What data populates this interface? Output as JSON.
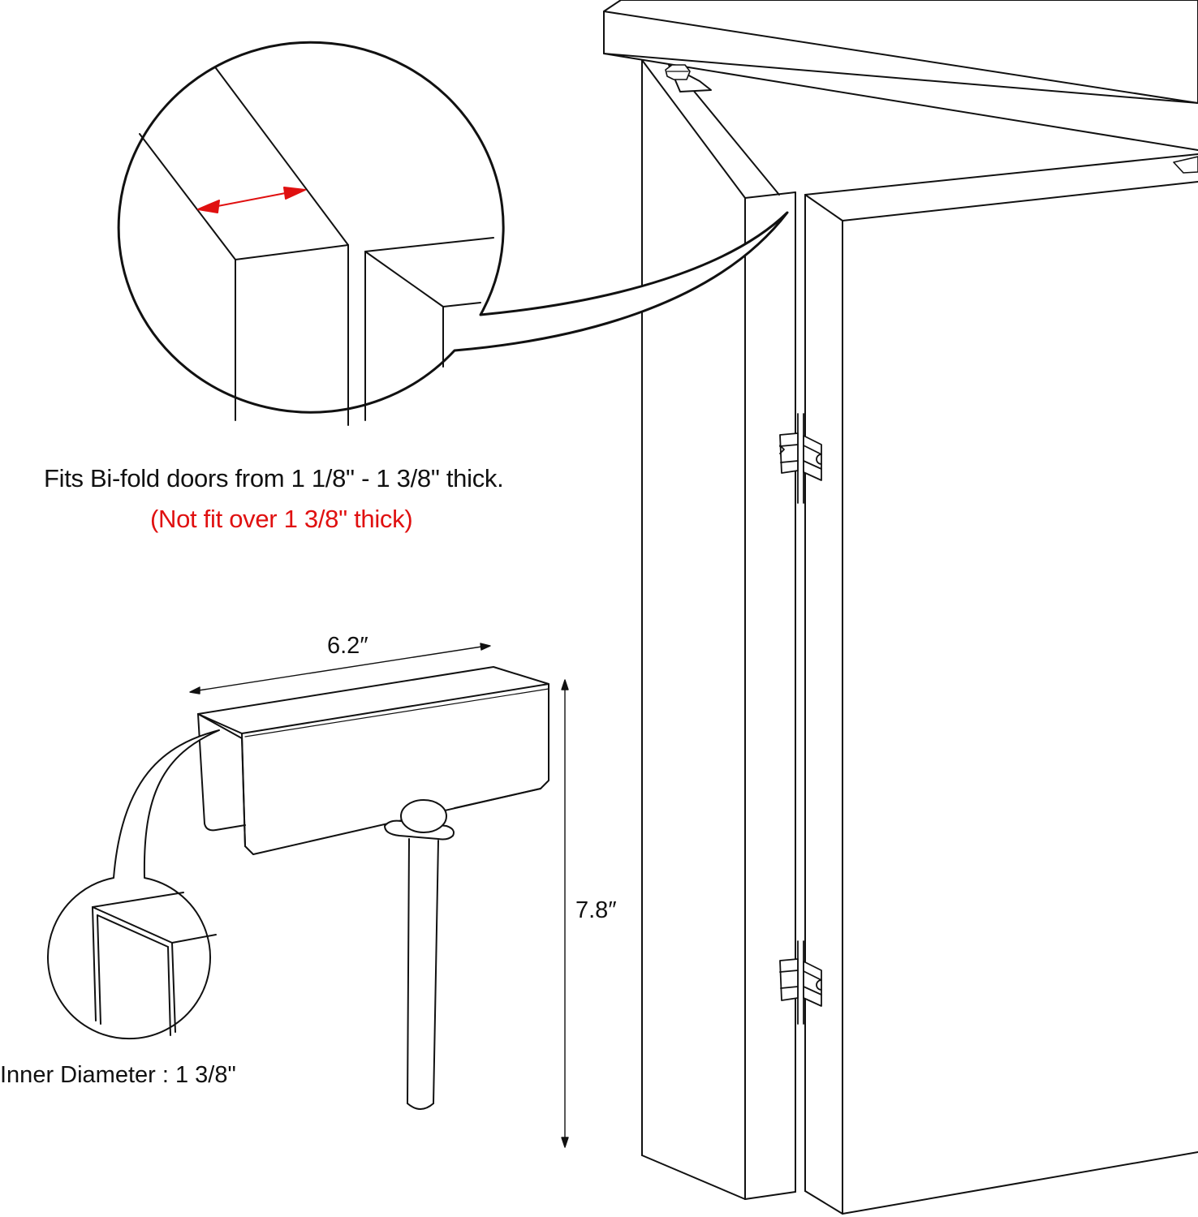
{
  "captions": {
    "fit_range": "Fits Bi-fold doors from 1 1/8\" - 1 3/8\" thick.",
    "warning": "(Not fit over 1 3/8\" thick)"
  },
  "dimensions": {
    "width": "6.2″",
    "height": "7.8″",
    "inner_diameter": "Inner Diameter :   1 3/8\""
  },
  "colors": {
    "line": "#111111",
    "accent_red": "#e01010",
    "background": "#ffffff"
  },
  "illustrations": {
    "door_assembly": "bi-fold door with top track, pivot bolt and two hinges",
    "zoom_callout_door_edge": "magnified door edge with red thickness arrow",
    "lock_device": "U-channel bi-fold door lock with pin",
    "zoom_callout_channel": "magnified U-channel inner edge"
  }
}
